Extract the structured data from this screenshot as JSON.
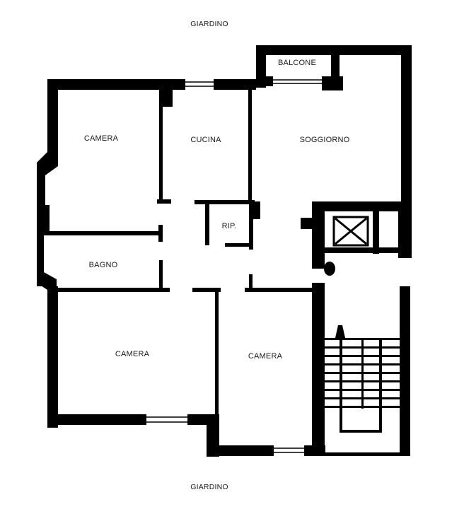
{
  "plan": {
    "title": "Floor plan",
    "wall_color": "#000000",
    "background_color": "#ffffff",
    "outside": {
      "top_label": "GIARDINO",
      "bottom_label": "GIARDINO"
    },
    "rooms": [
      {
        "id": "camera-nw",
        "label": "CAMERA"
      },
      {
        "id": "cucina",
        "label": "CUCINA"
      },
      {
        "id": "soggiorno",
        "label": "SOGGIORNO"
      },
      {
        "id": "balcone",
        "label": "BALCONE"
      },
      {
        "id": "ripostiglio",
        "label": "RIP."
      },
      {
        "id": "bagno",
        "label": "BAGNO"
      },
      {
        "id": "camera-sw",
        "label": "CAMERA"
      },
      {
        "id": "camera-s",
        "label": "CAMERA"
      }
    ]
  }
}
